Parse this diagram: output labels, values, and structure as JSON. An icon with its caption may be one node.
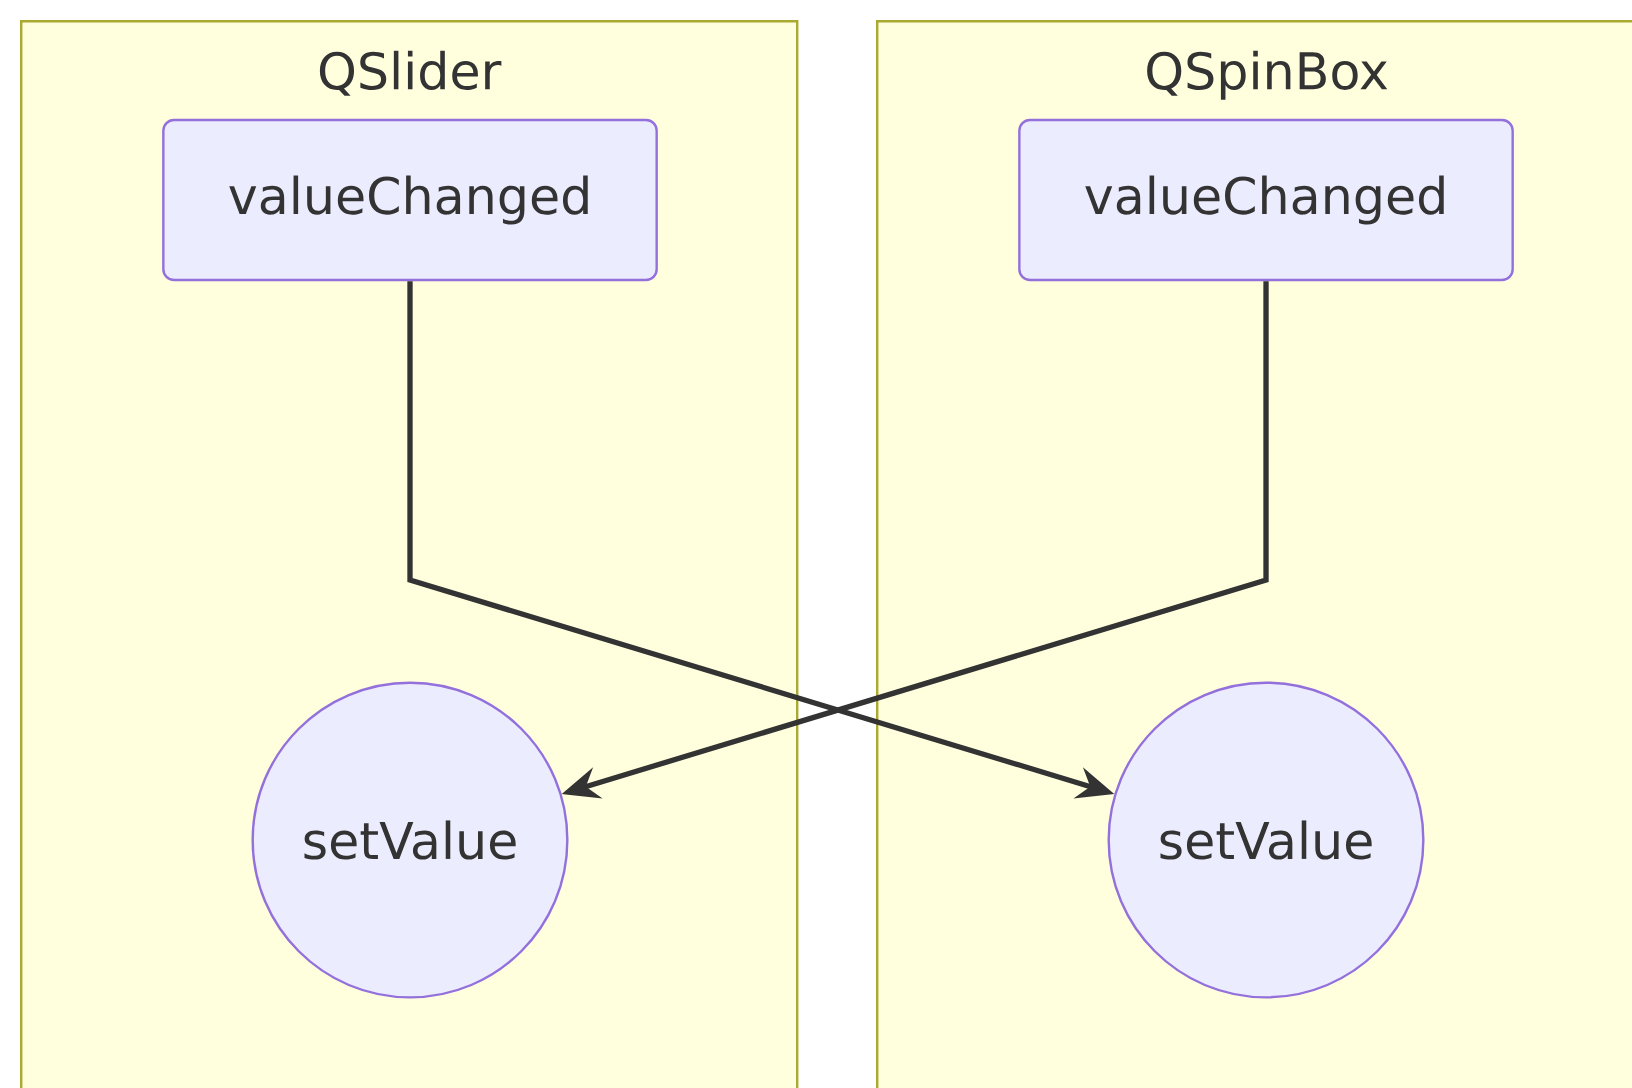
{
  "diagram": {
    "nodes": [
      {
        "text": [
          "QSlider"
        ]
      },
      {
        "text": [
          "valueChanged"
        ],
        "in": 0
      },
      {
        "text": [
          "setValue"
        ],
        "in": 0
      },
      {
        "text": [
          "QSpinBox"
        ]
      },
      {
        "text": [
          "valueChanged"
        ],
        "in": 3
      },
      {
        "text": [
          "setValue"
        ],
        "in": 3
      }
    ],
    "edges": [
      {
        "from": 1,
        "to": 5,
        "arrow": "to"
      },
      {
        "from": 4,
        "to": 2,
        "arrow": "to"
      }
    ]
  }
}
